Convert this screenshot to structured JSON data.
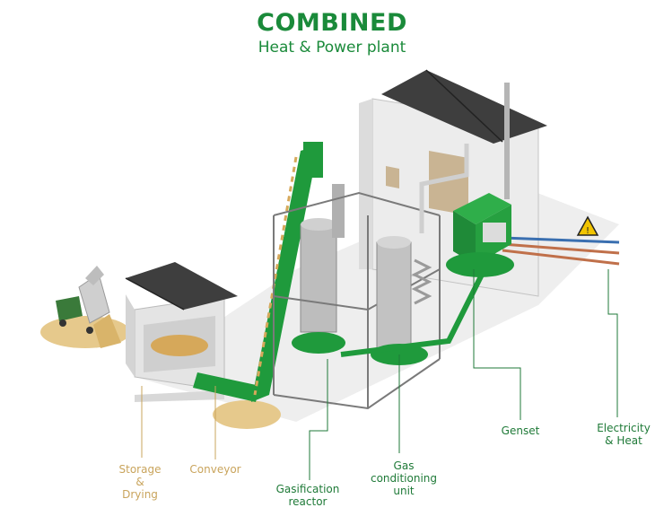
{
  "title": {
    "line1": "COMBINED",
    "line2": "Heat & Power plant"
  },
  "labels": {
    "storage": "Storage\n&\nDrying",
    "conveyor": "Conveyor",
    "reactor": "Gasification\nreactor",
    "gas_unit": "Gas\nconditioning\nunit",
    "genset": "Genset",
    "electricity": "Electricity\n& Heat"
  },
  "colors": {
    "brand_green": "#1a8a3a",
    "machine_green": "#1f9a3c",
    "tan": "#c9a45c",
    "roof": "#3e3e3e",
    "warning": "#f2c400"
  },
  "icons": {
    "warning": "high-voltage-warning-icon"
  }
}
